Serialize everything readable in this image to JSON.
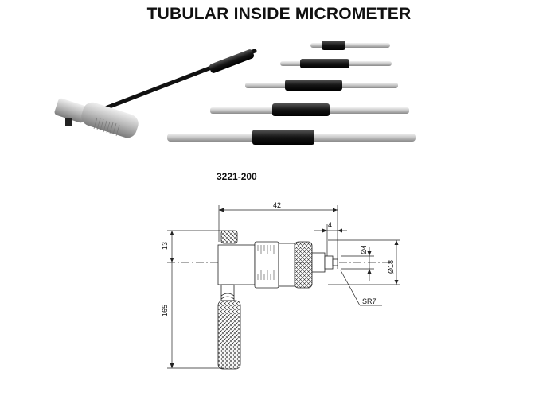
{
  "title": "TUBULAR INSIDE MICROMETER",
  "model": "3221-200",
  "drawing": {
    "dims": {
      "length": "42",
      "tip": "4",
      "top_offset": "13",
      "handle_length": "165",
      "diameter_tip": "Ø4",
      "diameter_body": "Ø18",
      "radius": "SR7"
    }
  },
  "photo": {
    "extension_rods": 5
  }
}
